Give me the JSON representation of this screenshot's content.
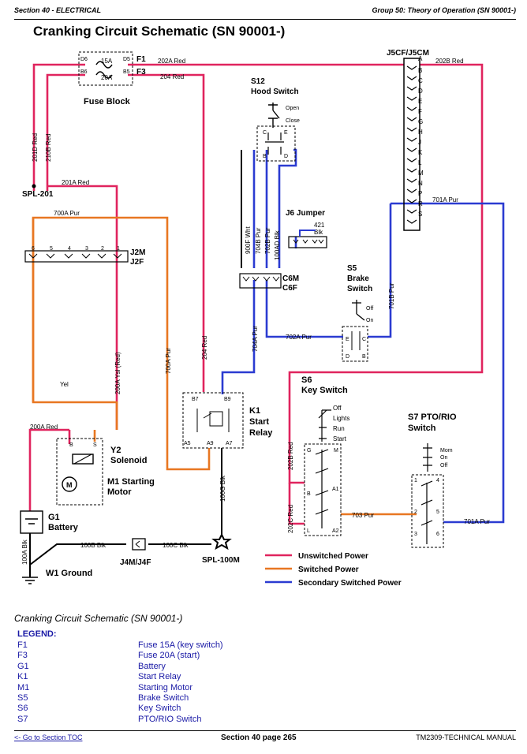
{
  "header": {
    "section": "Section 40 - ELECTRICAL",
    "group": "Group 50: Theory of Operation (SN 90001-)"
  },
  "title": "Cranking Circuit Schematic (SN 90001-)",
  "colors": {
    "unswitched": "#e0245e",
    "switched": "#e87722",
    "secondary": "#2b3bd1"
  },
  "components": {
    "fuse_block": "Fuse Block",
    "f1": "F1",
    "f3": "F3",
    "f1_rating": "15A",
    "f3_rating": "20A",
    "d6": "D6",
    "d5": "D5",
    "b6": "B6",
    "b5": "B5",
    "s12": "S12",
    "hood_switch": "Hood Switch",
    "open": "Open",
    "close": "Close",
    "j5": "J5CF/J5CM",
    "j5_pins": [
      "A",
      "B",
      "C",
      "D",
      "E",
      "F",
      "G",
      "H",
      "J",
      "K",
      "L",
      "M",
      "N",
      "P",
      "R",
      "S"
    ],
    "j6": "J6 Jumper",
    "blk421": "421",
    "blk": "Blk",
    "j2m": "J2M",
    "j2f": "J2F",
    "c6m": "C6M",
    "c6f": "C6F",
    "s5": "S5",
    "brake": "Brake",
    "switch": "Switch",
    "off": "Off",
    "on": "On",
    "k1": "K1",
    "start": "Start",
    "relay": "Relay",
    "s6": "S6",
    "key_switch": "Key Switch",
    "key_positions": [
      "Off",
      "Lights",
      "Run",
      "Start"
    ],
    "s7": "S7 PTO/RIO",
    "s7_switch": "Switch",
    "pto_positions": [
      "Mom",
      "On",
      "Off"
    ],
    "y2": "Y2",
    "solenoid": "Solenoid",
    "m1": "M1 Starting",
    "motor": "Motor",
    "g1": "G1",
    "battery": "Battery",
    "w1": "W1 Ground",
    "j4": "J4M/J4F",
    "spl201": "SPL-201",
    "spl100m": "SPL-100M"
  },
  "wires": {
    "w202a": "202A Red",
    "w204": "204 Red",
    "w202b": "202B Red",
    "w201d": "201D Red",
    "w210b": "210B Red",
    "w201a": "201A Red",
    "w700a": "700A Pur",
    "w701a": "701A Pur",
    "w701b": "701B Pur",
    "w900f": "900F Wht",
    "w704b": "704B Pur",
    "w702b": "702B Pur",
    "w100ad": "100AD Blk",
    "w702a": "702A Pur",
    "w704a": "704A Pur",
    "w204v": "204 Red",
    "w700av": "700A Pur",
    "w200a_ysl": "200A Ysl (Red)",
    "yel": "Yel",
    "w200a": "200A Red",
    "w100a": "100A Blk",
    "w100b": "100B Blk",
    "w100c": "100C Blk",
    "w100g": "100G Blk",
    "w202b_v": "202B Red",
    "w202c": "202C Red",
    "w703": "703 Pur",
    "w701a2": "701A Pur"
  },
  "key_legend": {
    "unswitched": "Unswitched Power",
    "switched": "Switched Power",
    "secondary": "Secondary Switched Power"
  },
  "caption": "Cranking Circuit Schematic (SN 90001-)",
  "legend_title": "LEGEND:",
  "legend": [
    {
      "code": "F1",
      "desc": "Fuse 15A (key switch)"
    },
    {
      "code": "F3",
      "desc": "Fuse 20A (start)"
    },
    {
      "code": "G1",
      "desc": "Battery"
    },
    {
      "code": "K1",
      "desc": "Start Relay"
    },
    {
      "code": "M1",
      "desc": "Starting Motor"
    },
    {
      "code": "S5",
      "desc": "Brake Switch"
    },
    {
      "code": "S6",
      "desc": "Key Switch"
    },
    {
      "code": "S7",
      "desc": "PTO/RIO Switch"
    }
  ],
  "footer": {
    "toc": "<- Go to Section TOC",
    "page": "Section 40 page 265",
    "manual": "TM2309-TECHNICAL MANUAL"
  }
}
